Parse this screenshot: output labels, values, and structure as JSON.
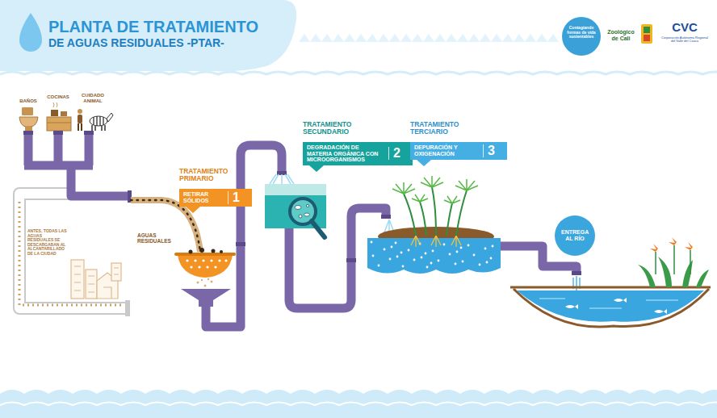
{
  "diagram": {
    "title": "PLANTA DE TRATAMIENTO DE AGUAS RESIDUALES -PTAR-",
    "nodes": [
      {
        "text": [
          "TRATAMIENTO PRIMARIO",
          "RETIRAR SÓLIDOS",
          "1"
        ]
      },
      {
        "text": [
          "TRATAMIENTO SECUNDARIO",
          "DEGRADACIÓN DE MATERIA ORGÁNICA CON MICROORGANISMOS",
          "2"
        ]
      },
      {
        "text": [
          "TRATAMIENTO TERCIARIO",
          "DEPURACIÓN Y OXIGENACIÓN",
          "3"
        ]
      },
      {
        "text": [
          "ENTREGA AL RÍO"
        ]
      }
    ],
    "labels": [
      "BAÑOS",
      "COCINAS",
      "CUIDADO ANIMAL",
      "AGUAS RESIDUALES",
      "ANTES, TODAS LAS AGUAS RESIDUALES SE DESCARGABAN AL ALCANTARILLADO DE LA CIUDAD",
      "Contagiando formas de vida sustentables",
      "Zoológico de Cali",
      "CVC",
      "Corporación Autónoma Regional del Valle del Cauca"
    ]
  }
}
